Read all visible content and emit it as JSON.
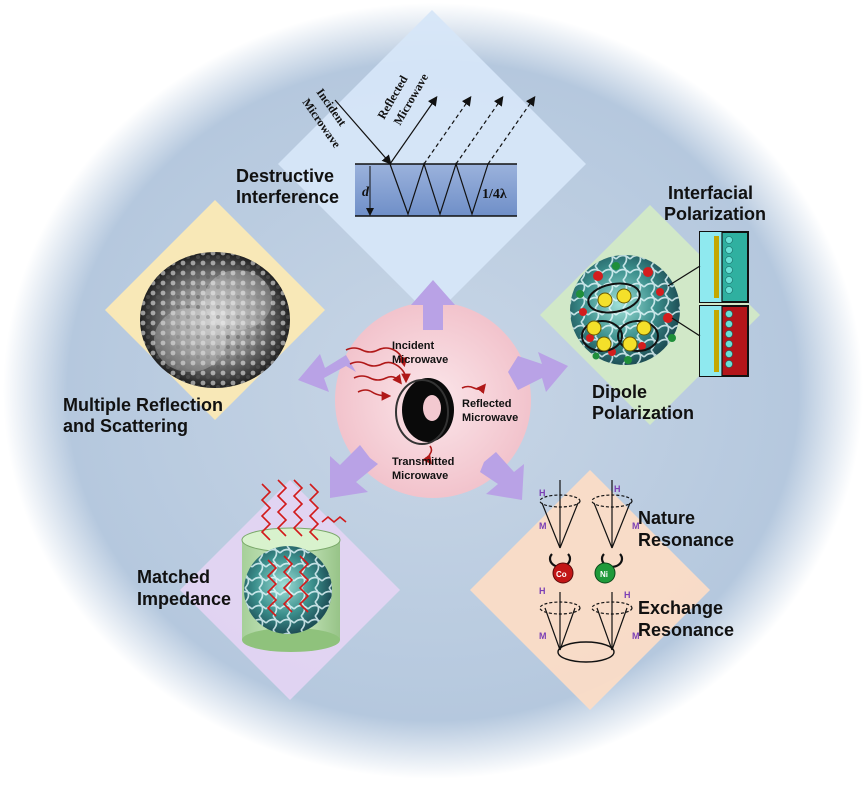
{
  "center": {
    "incident": [
      "Incident",
      "Microwave"
    ],
    "reflected": [
      "Reflected",
      "Microwave"
    ],
    "transmitted": [
      "Transmitted",
      "Microwave"
    ]
  },
  "destructive": {
    "label": [
      "Destructive",
      "Interference"
    ],
    "incident": [
      "Incident",
      "Microwave"
    ],
    "reflected": [
      "Reflected",
      "Microwave"
    ],
    "thickness": "d",
    "quarter": "1/4λ"
  },
  "interfacial": {
    "label": [
      "Interfacial",
      "Polarization"
    ]
  },
  "dipole": {
    "label": [
      "Dipole",
      "Polarization"
    ]
  },
  "multiple": {
    "label": [
      "Multiple Reflection",
      "and Scattering"
    ]
  },
  "impedance": {
    "label": [
      "Matched",
      "Impedance"
    ]
  },
  "resonance": {
    "nature": [
      "Nature",
      "Resonance"
    ],
    "exchange": [
      "Exchange",
      "Resonance"
    ],
    "h": "H",
    "m": "M",
    "co": "Co",
    "ni": "Ni"
  },
  "colors": {
    "outer_bg": "#b9cbe0",
    "center_disc": "#f7d0d6",
    "arrow": "#b9a2e6",
    "diamond_top": "#cfe0f5",
    "diamond_left": "#fbe8b0",
    "diamond_right": "#cfe6c4",
    "diamond_bottom_left": "#e2d3f1",
    "diamond_bottom_right": "#fbdcc4"
  }
}
